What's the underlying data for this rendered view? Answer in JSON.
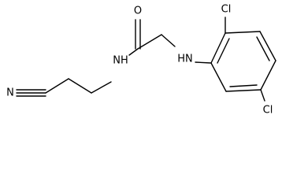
{
  "molecule": {
    "atoms": {
      "nitrile_n": "N",
      "amide_o": "O",
      "amide_nh": "NH",
      "amine_hn": "HN",
      "cl_top": "Cl",
      "cl_bottom": "Cl"
    }
  }
}
